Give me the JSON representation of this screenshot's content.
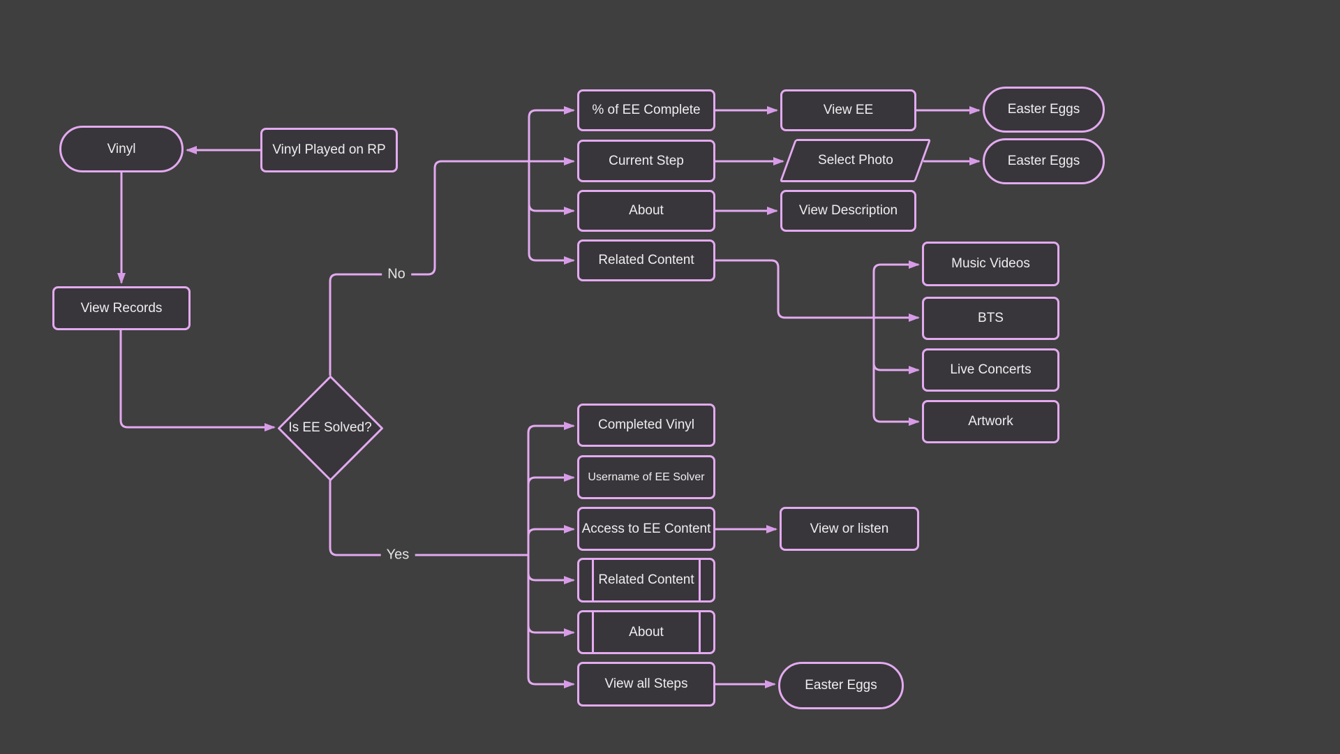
{
  "app": {
    "type": "flowchart-canvas",
    "title": "Vinyl Easter Egg Flowchart"
  },
  "colors": {
    "background": "#3f3f3f",
    "node_fill": "#39363b",
    "stroke": "#e3aaf0",
    "arrowhead": "#d89be8",
    "text": "#efedf0",
    "edge_label_text": "#e4e2e4"
  },
  "flowchart": {
    "branch_labels": {
      "no": "No",
      "yes": "Yes"
    },
    "nodes": {
      "vinyl": {
        "label": "Vinyl",
        "shape": "stadium"
      },
      "vinyl_played": {
        "label": "Vinyl Played on RP",
        "shape": "rect"
      },
      "view_records": {
        "label": "View Records",
        "shape": "rect"
      },
      "decision": {
        "label": "Is EE Solved?",
        "shape": "diamond"
      },
      "pct_complete": {
        "label": "% of EE Complete",
        "shape": "rect"
      },
      "current_step": {
        "label": "Current Step",
        "shape": "rect"
      },
      "about_no": {
        "label": "About",
        "shape": "rect"
      },
      "related_no": {
        "label": "Related Content",
        "shape": "rect"
      },
      "view_ee": {
        "label": "View EE",
        "shape": "rect"
      },
      "select_photo": {
        "label": "Select Photo",
        "shape": "parallelogram"
      },
      "view_description": {
        "label": "View Description",
        "shape": "rect"
      },
      "easter_eggs_1": {
        "label": "Easter Eggs",
        "shape": "stadium"
      },
      "easter_eggs_2": {
        "label": "Easter Eggs",
        "shape": "stadium"
      },
      "music_videos": {
        "label": "Music Videos",
        "shape": "rect"
      },
      "bts": {
        "label": "BTS",
        "shape": "rect"
      },
      "live_concerts": {
        "label": "Live Concerts",
        "shape": "rect"
      },
      "artwork": {
        "label": "Artwork",
        "shape": "rect"
      },
      "completed_vinyl": {
        "label": "Completed Vinyl",
        "shape": "rect"
      },
      "username_solver": {
        "label": "Username of EE Solver",
        "shape": "rect"
      },
      "access_content": {
        "label": "Access to EE Content",
        "shape": "rect"
      },
      "related_yes": {
        "label": "Related Content",
        "shape": "subroutine"
      },
      "about_yes": {
        "label": "About",
        "shape": "subroutine"
      },
      "view_all_steps": {
        "label": "View all Steps",
        "shape": "rect"
      },
      "view_or_listen": {
        "label": "View or listen",
        "shape": "rect"
      },
      "easter_eggs_3": {
        "label": "Easter Eggs",
        "shape": "stadium"
      }
    }
  }
}
